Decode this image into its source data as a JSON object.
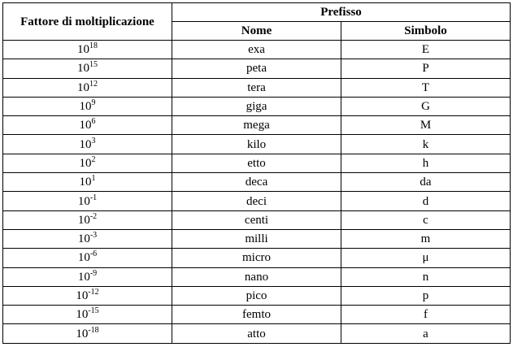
{
  "header": {
    "factor_label": "Fattore di moltiplicazione",
    "prefix_group_label": "Prefisso",
    "name_label": "Nome",
    "symbol_label": "Simbolo"
  },
  "rows": [
    {
      "base": "10",
      "exp": "18",
      "name": "exa",
      "symbol": "E"
    },
    {
      "base": "10",
      "exp": "15",
      "name": "peta",
      "symbol": "P"
    },
    {
      "base": "10",
      "exp": "12",
      "name": "tera",
      "symbol": "T"
    },
    {
      "base": "10",
      "exp": "9",
      "name": "giga",
      "symbol": "G"
    },
    {
      "base": "10",
      "exp": "6",
      "name": "mega",
      "symbol": "M"
    },
    {
      "base": "10",
      "exp": "3",
      "name": "kilo",
      "symbol": "k"
    },
    {
      "base": "10",
      "exp": "2",
      "name": "etto",
      "symbol": "h"
    },
    {
      "base": "10",
      "exp": "1",
      "name": "deca",
      "symbol": "da"
    },
    {
      "base": "10",
      "exp": "-1",
      "name": "deci",
      "symbol": "d"
    },
    {
      "base": "10",
      "exp": "-2",
      "name": "centi",
      "symbol": "c"
    },
    {
      "base": "10",
      "exp": "-3",
      "name": "milli",
      "symbol": "m"
    },
    {
      "base": "10",
      "exp": "-6",
      "name": "micro",
      "symbol": "μ"
    },
    {
      "base": "10",
      "exp": "-9",
      "name": "nano",
      "symbol": "n"
    },
    {
      "base": "10",
      "exp": "-12",
      "name": "pico",
      "symbol": "p"
    },
    {
      "base": "10",
      "exp": "-15",
      "name": "femto",
      "symbol": "f"
    },
    {
      "base": "10",
      "exp": "-18",
      "name": "atto",
      "symbol": "a"
    }
  ]
}
